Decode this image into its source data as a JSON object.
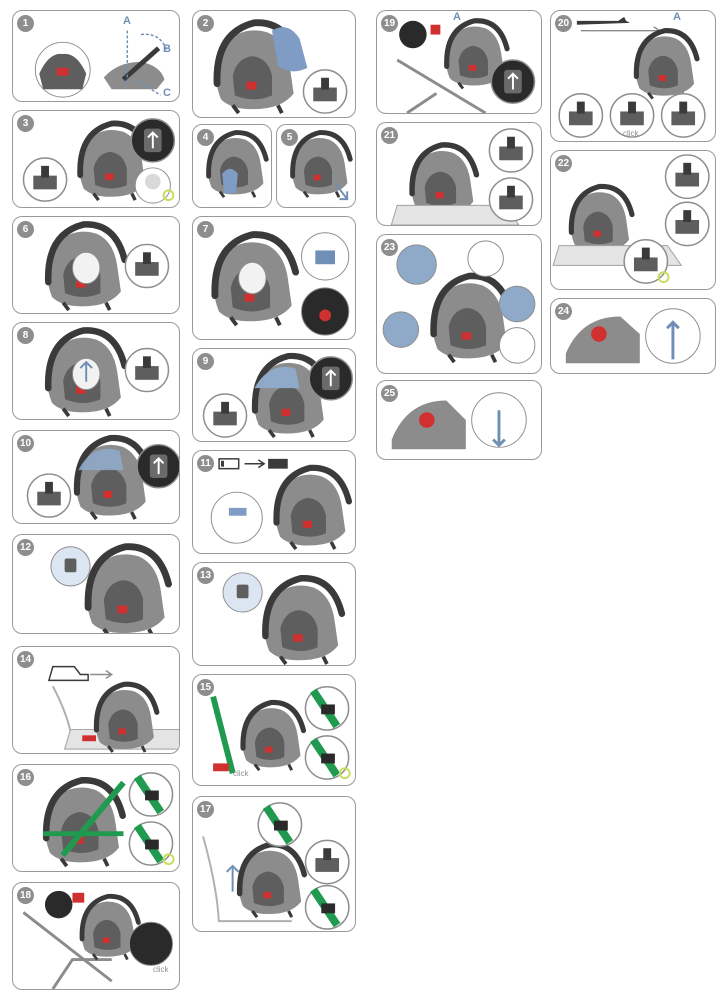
{
  "steps": {
    "s1": "1",
    "s2": "2",
    "s3": "3",
    "s4": "4",
    "s5": "5",
    "s6": "6",
    "s7": "7",
    "s8": "8",
    "s9": "9",
    "s10": "10",
    "s11": "11",
    "s12": "12",
    "s13": "13",
    "s14": "14",
    "s15": "15",
    "s16": "16",
    "s17": "17",
    "s18": "18",
    "s19": "19",
    "s20": "20",
    "s21": "21",
    "s22": "22",
    "s23": "23",
    "s24": "24",
    "s25": "25"
  },
  "labels": {
    "a": "A",
    "b": "B",
    "c": "C",
    "click": "click"
  },
  "colors": {
    "seat": "#8c8c8c",
    "seat_dark": "#5e5e5e",
    "handle": "#3a3a3a",
    "accent_blue": "#6f8fb6",
    "belt_green": "#1f9a4e",
    "confirm_ring": "#c6e05a",
    "red": "#d0302f",
    "dark": "#2a2a2a",
    "base": "#e4e4e4",
    "border": "#9a9a9a"
  }
}
